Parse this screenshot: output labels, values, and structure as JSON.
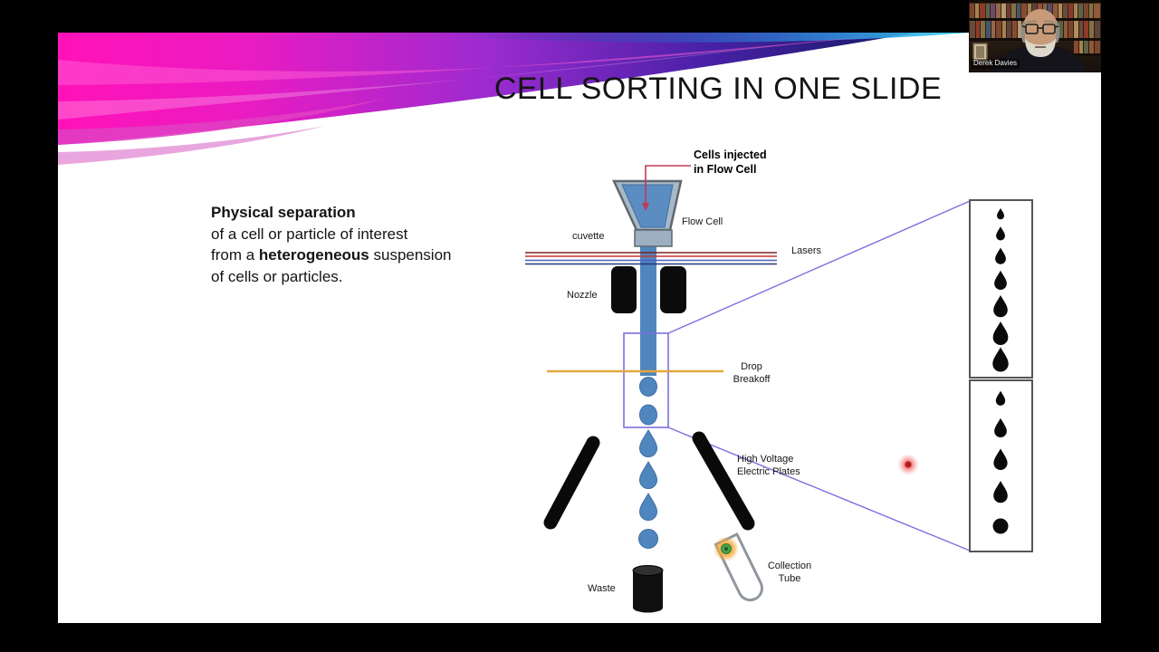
{
  "window": {
    "background": "#000000"
  },
  "slide": {
    "title": "CELL SORTING IN ONE SLIDE",
    "description": {
      "heading": "Physical separation",
      "line2": "of a cell or particle of interest",
      "line3_pre": "from a ",
      "line3_bold": "heterogeneous",
      "line3_post": " suspension",
      "line4": "of cells or particles."
    },
    "diagram_labels": {
      "cells_injected": "Cells injected\nin Flow Cell",
      "flow_cell": "Flow Cell",
      "cuvette": "cuvette",
      "lasers": "Lasers",
      "nozzle": "Nozzle",
      "drop_breakoff": "Drop\nBreakoff",
      "high_voltage_plates": "High Voltage\nElectric Plates",
      "collection_tube": "Collection\nTube",
      "waste": "Waste"
    },
    "accent_colors": {
      "stream_blue": "#4f86bd",
      "flow_cell_gray": "#a8b8c8",
      "breakoff_region_purple": "#7b6fe0",
      "breakoff_line_yellow": "#e6a73e",
      "laser_red": "#c23535",
      "laser_dark_red": "#7c2020",
      "laser_blue": "#4a5ec0",
      "laser_dark_blue": "#27357e",
      "injection_pointer_red": "#c23b55",
      "intercept_glow_red": "#d42222",
      "sorted_droplet_green": "#4ca04c",
      "sorted_droplet_glow_amber": "#f5a93d",
      "swoosh_pink": "#ff12b8",
      "swoosh_purple": "#9c2bd0",
      "swoosh_navy": "#141a64",
      "swoosh_cyan": "#35d2f2"
    }
  },
  "webcam": {
    "participant_name": "Derek Davies"
  }
}
